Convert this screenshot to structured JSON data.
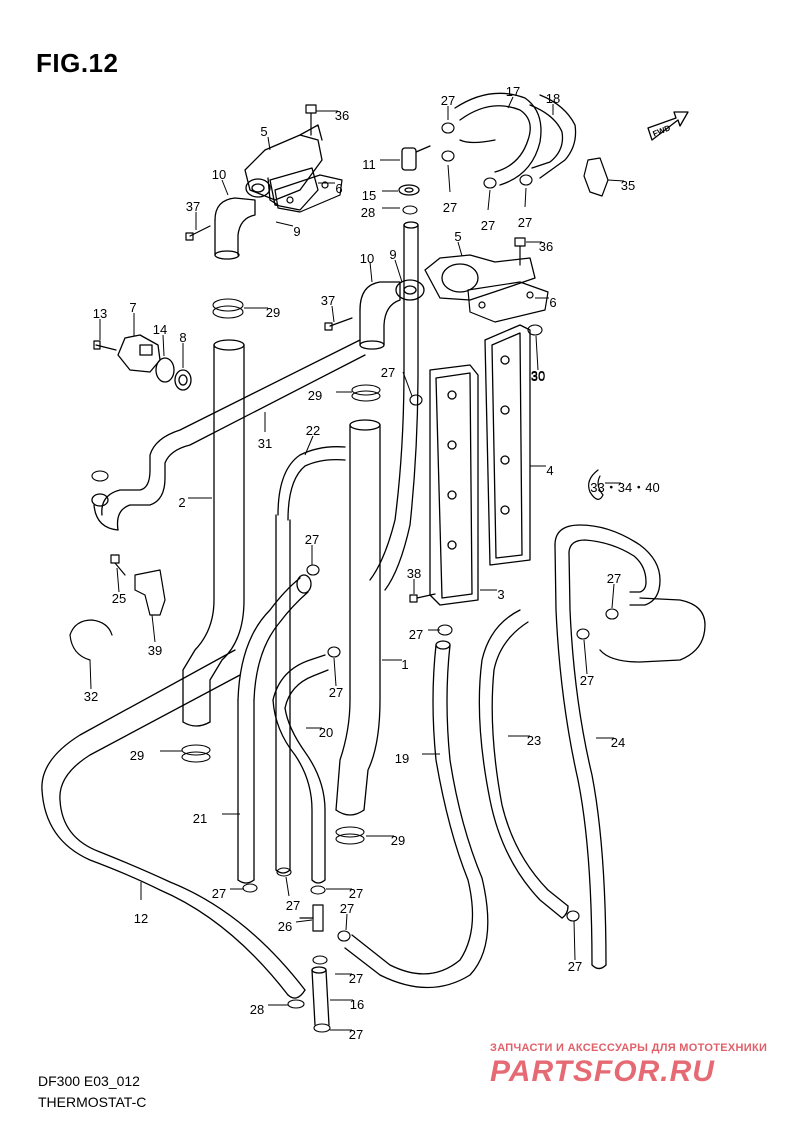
{
  "figure": {
    "title": "FIG.12",
    "model_code": "DF300 E03_012",
    "section": "THERMOSTAT-C"
  },
  "direction_label": "FWD",
  "watermark": {
    "tagline": "ЗАПЧАСТИ И АКСЕССУАРЫ ДЛЯ МОТОТЕХНИКИ",
    "logo": "PARTSFOR.RU"
  },
  "callouts": [
    {
      "n": "36"
    },
    {
      "n": "5"
    },
    {
      "n": "6"
    },
    {
      "n": "10"
    },
    {
      "n": "9"
    },
    {
      "n": "37"
    },
    {
      "n": "27"
    },
    {
      "n": "17"
    },
    {
      "n": "18"
    },
    {
      "n": "11"
    },
    {
      "n": "15"
    },
    {
      "n": "28"
    },
    {
      "n": "27"
    },
    {
      "n": "27"
    },
    {
      "n": "27"
    },
    {
      "n": "35"
    },
    {
      "n": "10"
    },
    {
      "n": "9"
    },
    {
      "n": "5"
    },
    {
      "n": "36"
    },
    {
      "n": "6"
    },
    {
      "n": "37"
    },
    {
      "n": "29"
    },
    {
      "n": "13"
    },
    {
      "n": "7"
    },
    {
      "n": "14"
    },
    {
      "n": "8"
    },
    {
      "n": "30"
    },
    {
      "n": "29"
    },
    {
      "n": "27"
    },
    {
      "n": "31"
    },
    {
      "n": "22"
    },
    {
      "n": "4"
    },
    {
      "n": "33・34・40"
    },
    {
      "n": "30"
    },
    {
      "n": "2"
    },
    {
      "n": "27"
    },
    {
      "n": "25"
    },
    {
      "n": "39"
    },
    {
      "n": "38"
    },
    {
      "n": "3"
    },
    {
      "n": "27"
    },
    {
      "n": "32"
    },
    {
      "n": "27"
    },
    {
      "n": "1"
    },
    {
      "n": "27"
    },
    {
      "n": "27"
    },
    {
      "n": "20"
    },
    {
      "n": "23"
    },
    {
      "n": "24"
    },
    {
      "n": "19"
    },
    {
      "n": "29"
    },
    {
      "n": "21"
    },
    {
      "n": "29"
    },
    {
      "n": "12"
    },
    {
      "n": "27"
    },
    {
      "n": "27"
    },
    {
      "n": "27"
    },
    {
      "n": "26"
    },
    {
      "n": "27"
    },
    {
      "n": "27"
    },
    {
      "n": "27"
    },
    {
      "n": "28"
    },
    {
      "n": "16"
    },
    {
      "n": "27"
    },
    {
      "n": "27"
    }
  ]
}
